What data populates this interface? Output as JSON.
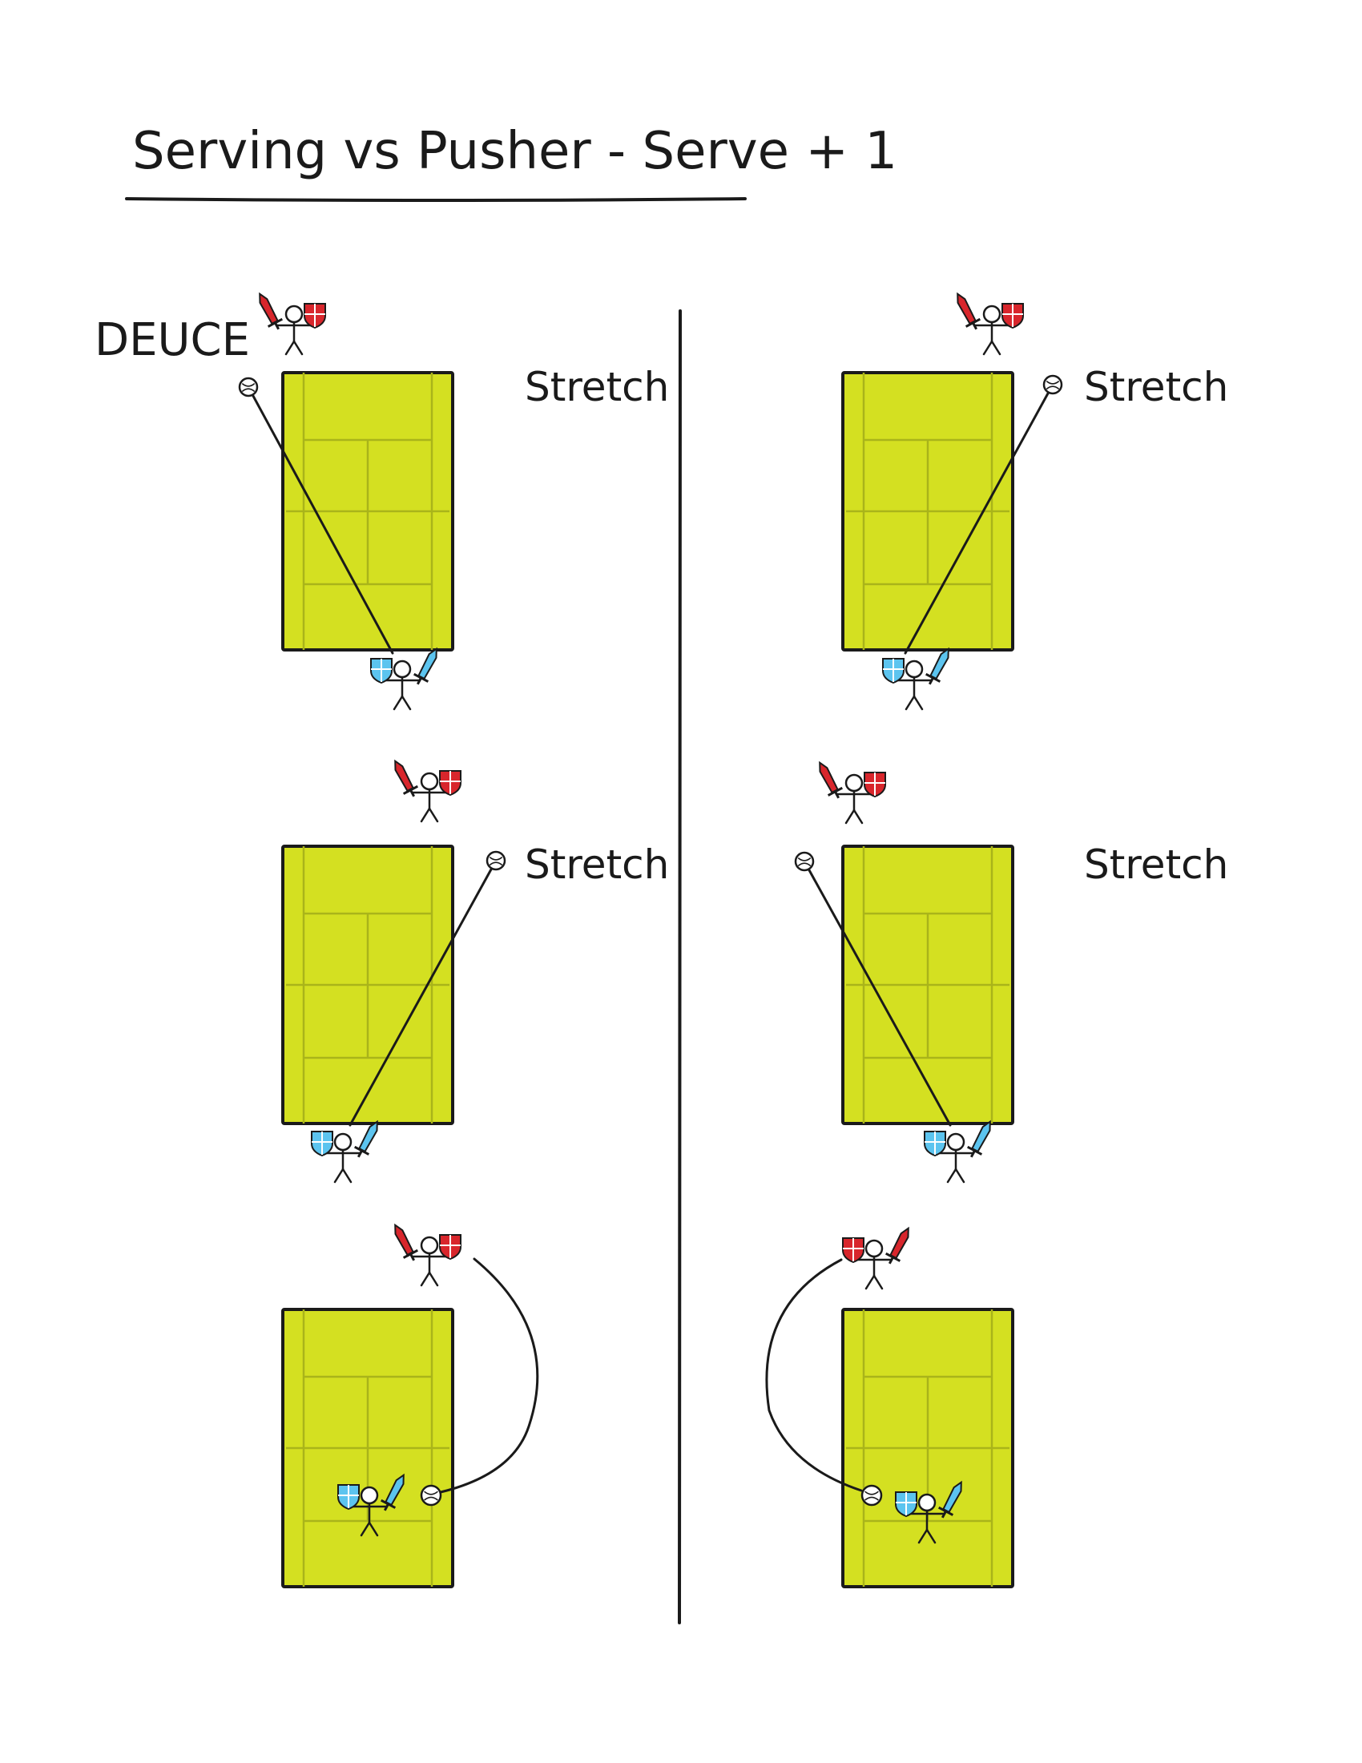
{
  "title": "Serving vs Pusher - Serve + 1",
  "side_label": "DEUCE",
  "annotation_text": "Stretch",
  "colors": {
    "court": "#d4e021",
    "court_lines": "#a9b41a",
    "outline": "#1a1a1a",
    "opponent": "#d8262c",
    "server": "#5cc4ef",
    "background": "#ffffff"
  },
  "icons": {
    "player": "stick-figure-icon",
    "sword": "sword-icon",
    "shield": "shield-icon",
    "ball": "tennis-ball-icon"
  },
  "panels": [
    {
      "id": "deuce-serve-wide",
      "column": "left",
      "row": 1,
      "annotation": "Stretch",
      "shot": "straight",
      "side_label": "DEUCE"
    },
    {
      "id": "ad-serve-wide",
      "column": "right",
      "row": 1,
      "annotation": "Stretch",
      "shot": "straight"
    },
    {
      "id": "deuce-plus-one",
      "column": "left",
      "row": 2,
      "annotation": "Stretch",
      "shot": "straight"
    },
    {
      "id": "ad-plus-one",
      "column": "right",
      "row": 2,
      "annotation": "Stretch",
      "shot": "straight"
    },
    {
      "id": "deuce-return-deep",
      "column": "left",
      "row": 3,
      "annotation": "",
      "shot": "curved-return"
    },
    {
      "id": "ad-return-deep",
      "column": "right",
      "row": 3,
      "annotation": "",
      "shot": "curved-return"
    }
  ]
}
